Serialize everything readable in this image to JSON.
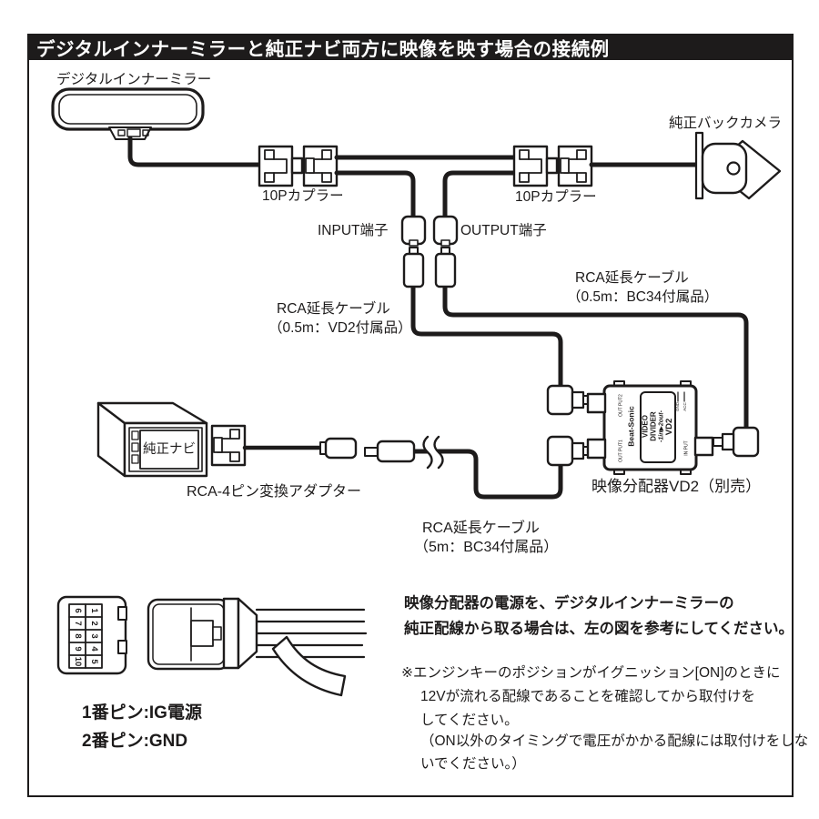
{
  "title": "デジタルインナーミラーと純正ナビ両方に映像を映す場合の接続例",
  "labels": {
    "mirror": "デジタルインナーミラー",
    "coupler_left": "10Pカプラー",
    "coupler_right": "10Pカプラー",
    "back_camera": "純正バックカメラ",
    "input_terminal": "INPUT端子",
    "output_terminal": "OUTPUT端子",
    "rca_05_vd2_line1": "RCA延長ケーブル",
    "rca_05_vd2_line2": "（0.5m：VD2付属品）",
    "rca_05_bc34_line1": "RCA延長ケーブル",
    "rca_05_bc34_line2": "（0.5m：BC34付属品）",
    "rca_5m_line1": "RCA延長ケーブル",
    "rca_5m_line2": "（5m：BC34付属品）",
    "video_divider_caption": "映像分配器VD2（別売）",
    "navi": "純正ナビ",
    "rca_adapter": "RCA-4ピン変換アダプター",
    "pin1_note": "1番ピン:IG電源",
    "pin2_note": "2番ピン:GND"
  },
  "device": {
    "brand": "Beat-Sonic",
    "name_line1": "VIDEO",
    "name_line2": "DIVIDER",
    "io": "-1in▶2out-",
    "model": "VD2",
    "port_out2": "OUT PUT2",
    "port_out1": "OUT PUT1",
    "port_in": "IN PUT",
    "gnd": "GND",
    "acc": "ACC"
  },
  "pins": {
    "row1": [
      "1",
      "2",
      "3",
      "4",
      "5"
    ],
    "row2": [
      "6",
      "7",
      "8",
      "9",
      "10"
    ]
  },
  "notes": {
    "power_line1": "映像分配器の電源を、デジタルインナーミラーの",
    "power_line2": "純正配線から取る場合は、左の図を参考にしてください。",
    "caution_line1": "※エンジンキーのポジションがイグニッション[ON]のときに",
    "caution_line2": "12Vが流れる配線であることを確認してから取付けを",
    "caution_line3": "してください。",
    "caution_line4": "（ON以外のタイミングで電圧がかかる配線には取付けをしな",
    "caution_line5": "いでください。）"
  },
  "colors": {
    "line": "#1d1b1b",
    "background": "#ffffff",
    "title_bg": "#1d1b1b",
    "title_fg": "#ffffff"
  }
}
